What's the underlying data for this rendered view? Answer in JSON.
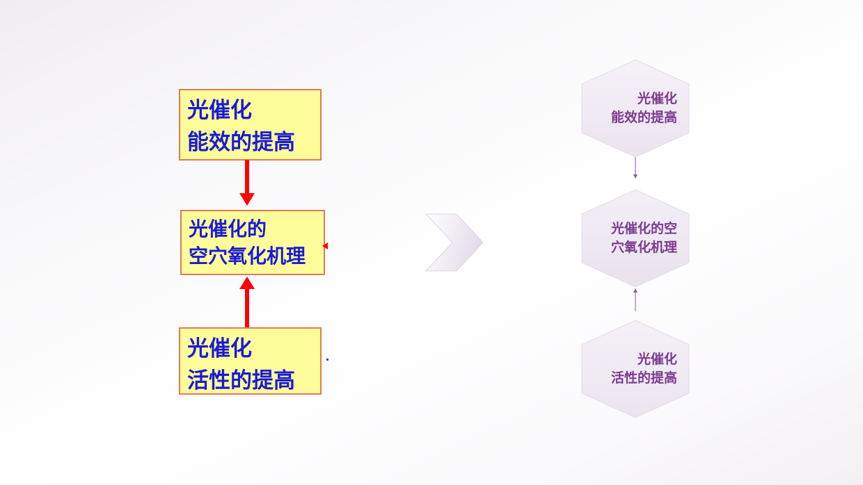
{
  "left_diagram": {
    "top_box": [
      "光催化",
      "能效的提高"
    ],
    "middle_box": [
      "光催化的",
      "空穴氧化机理"
    ],
    "bottom_box": [
      "光催化",
      "活性的提高"
    ],
    "box_fill": "#fdfd9a",
    "box_border": "#e07a55",
    "text_color": "#1b1bd6",
    "arrow_color": "#ff0000"
  },
  "right_diagram": {
    "top_hex": [
      "光催化",
      "能效的提高"
    ],
    "middle_hex": [
      "光催化的空",
      "穴氧化机理"
    ],
    "bottom_hex": [
      "光催化",
      "活性的提高"
    ],
    "text_color": "#7b3a8f",
    "arrow_color": "#8a5a9e"
  },
  "center_chevron_icon": "chevron-right-icon"
}
